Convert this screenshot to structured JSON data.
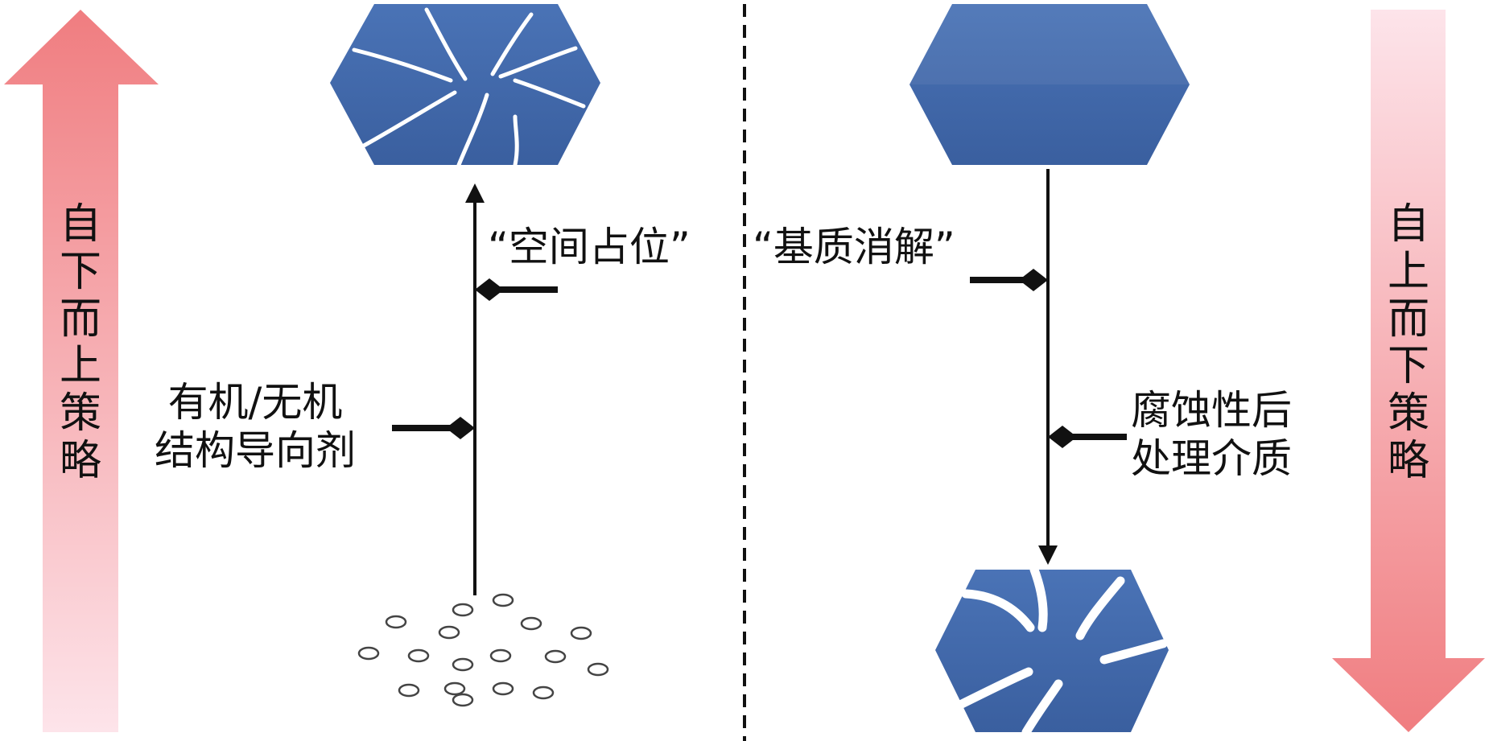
{
  "left_panel": {
    "strategy_label": "自下而上策略",
    "agent_label_line1": "有机/无机",
    "agent_label_line2": "结构导向剂",
    "step_label": "“空间占位”"
  },
  "right_panel": {
    "strategy_label": "自上而下策略",
    "step_label": "“基质消解”",
    "medium_label_line1": "腐蚀性后",
    "medium_label_line2": "处理介质"
  },
  "colors": {
    "crystal_blue": "#3d64a6",
    "arrow_pink": "#f07d80",
    "line_black": "#111111"
  }
}
